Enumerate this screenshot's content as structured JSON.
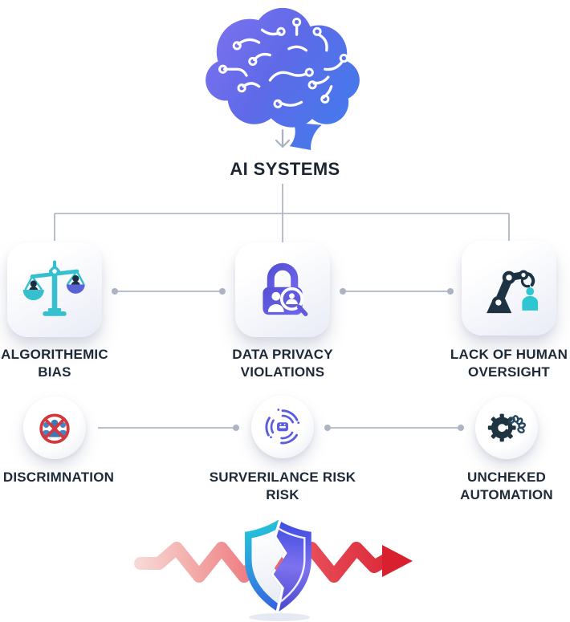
{
  "root": {
    "icon": "ai-brain-icon",
    "label": "AI SYSTEMS"
  },
  "row1": [
    {
      "id": "algorithmic-bias",
      "icon": "balance-scale-icon",
      "label_line1": "ALGORITHEMIC",
      "label_line2": "BIAS"
    },
    {
      "id": "data-privacy",
      "icon": "privacy-lock-icon",
      "label_line1": "DATA PRIVACY",
      "label_line2": "VIOLATIONS"
    },
    {
      "id": "human-oversight",
      "icon": "robot-arm-icon",
      "label_line1": "LACK OF HUMAN",
      "label_line2": "OVERSIGHT"
    }
  ],
  "row2": [
    {
      "id": "discrimination",
      "icon": "no-people-icon",
      "label_line1": "DISCRIMNATION",
      "label_line2": ""
    },
    {
      "id": "surveillance-risk",
      "icon": "surveillance-camera-icon",
      "label_line1": "SURVERILANCE RISK",
      "label_line2": "RISK"
    },
    {
      "id": "unchecked-automation",
      "icon": "gear-chain-icon",
      "label_line1": "UNCHEKED",
      "label_line2": "AUTOMATION"
    }
  ],
  "footer": {
    "shield_icon": "broken-shield-icon",
    "arrow_icon": "risk-wave-arrow-icon"
  },
  "colors": {
    "brain_gradient_start": "#8273f0",
    "brain_gradient_end": "#447aec",
    "teal": "#35bfcf",
    "indigo": "#5b58d8",
    "navy": "#1d3343",
    "people_blue": "#4285c6",
    "alert_red": "#d8202e",
    "connector_gray": "#aab3c3",
    "text_dark": "#1e2a38"
  }
}
